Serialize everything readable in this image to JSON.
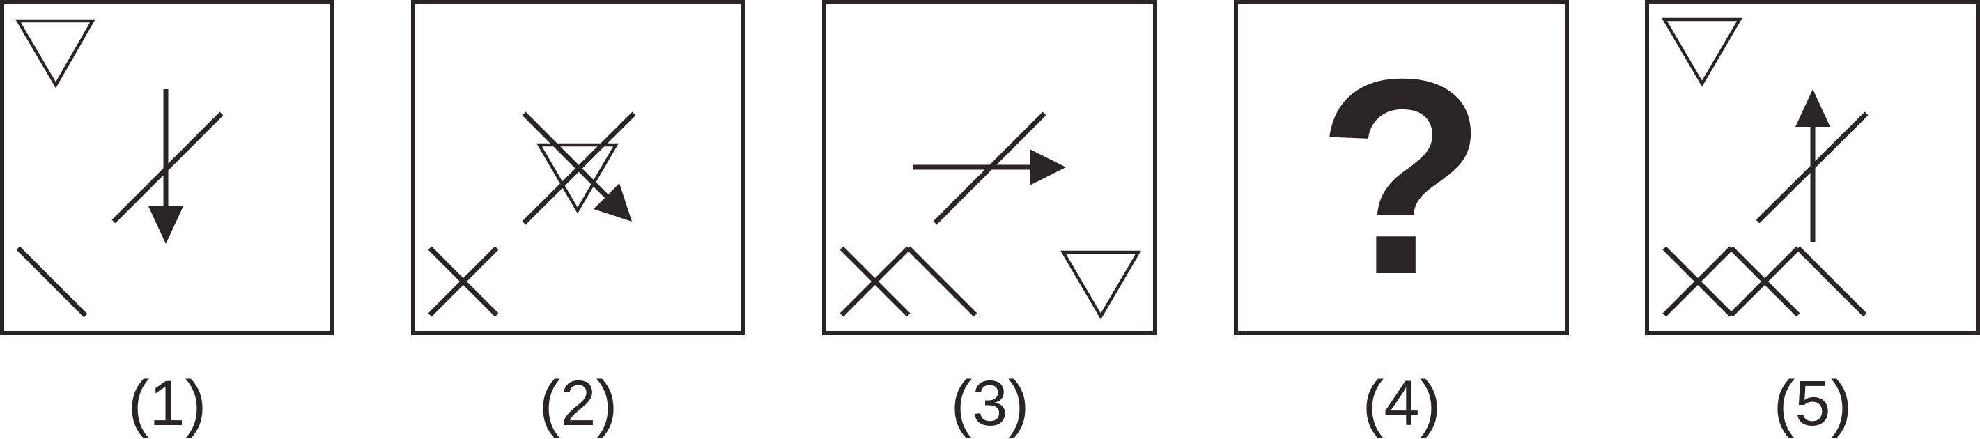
{
  "puzzle": {
    "panels": [
      {
        "id": 1,
        "label": "(1)"
      },
      {
        "id": 2,
        "label": "(2)"
      },
      {
        "id": 3,
        "label": "(3)"
      },
      {
        "id": 4,
        "label": "(4)",
        "content": "?"
      },
      {
        "id": 5,
        "label": "(5)"
      }
    ]
  },
  "colors": {
    "ink": "#2b2424",
    "background": "#ffffff"
  }
}
